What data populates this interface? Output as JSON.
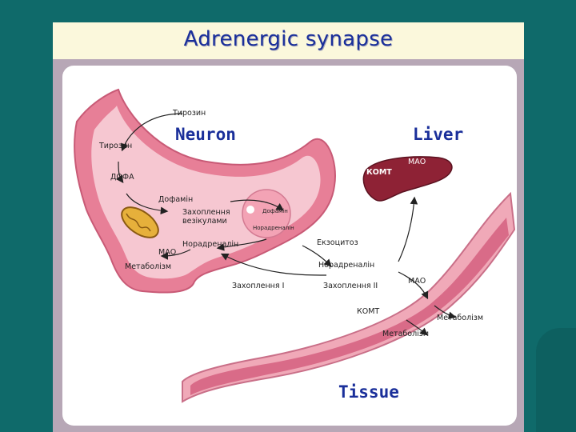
{
  "title": "Adrenergic synapse",
  "labels": {
    "neuron": "Neuron",
    "liver": "Liver",
    "tissue": "Tissue",
    "tyrosine_in": "Тирозин",
    "tyrosine": "Тирозин",
    "dopa": "ДОФА",
    "dopamine": "Дофамін",
    "vesicle_capture_1": "Захоплення",
    "vesicle_capture_2": "везікулами",
    "vesicle_dopamine": "Дофамін",
    "vesicle_noradrenaline": "Норадреналін",
    "noradrenaline_in": "Норадреналін",
    "mao_neuron": "МАО",
    "metabolism_neuron": "Метаболізм",
    "exocytosis": "Екзоцитоз",
    "noradrenaline_cleft": "Норадреналін",
    "uptake_1": "Захоплення I",
    "uptake_2": "Захоплення II",
    "mao_tissue": "МАО",
    "comt_tissue": "КОМТ",
    "metabolism_tissue_1": "Метаболізм",
    "metabolism_tissue_2": "Метаболізм",
    "comt_liver": "КОМТ",
    "mao_liver": "МАО"
  },
  "colors": {
    "background": "#0f6a6a",
    "title": "#1a2f9a",
    "neuron_fill": "#e77f97",
    "neuron_light": "#f6c7d1",
    "liver": "#8e2235",
    "tissue_fill": "#f0a9b8"
  }
}
